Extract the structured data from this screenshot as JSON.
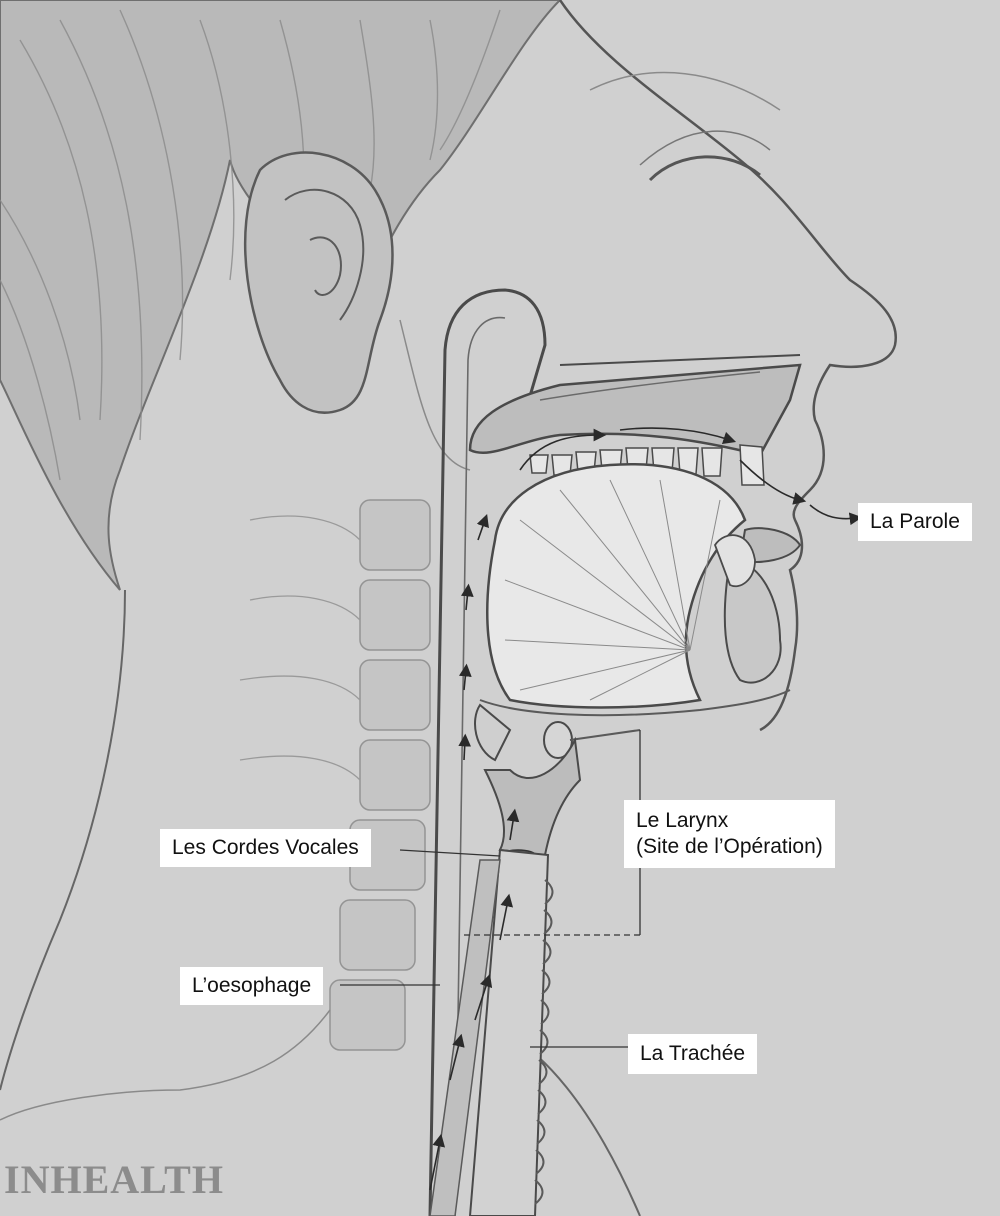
{
  "labels": {
    "speech": "La Parole",
    "larynx_line1": "Le Larynx",
    "larynx_line2": "(Site de l’Opération)",
    "vocal_cords": "Les Cordes Vocales",
    "esophagus": "L’oesophage",
    "trachea": "La Trachée"
  },
  "logo": "INHEALTH",
  "colors": {
    "background": "#cfcfcf",
    "label_background": "#ffffff",
    "ink": "#3a3a3a"
  }
}
